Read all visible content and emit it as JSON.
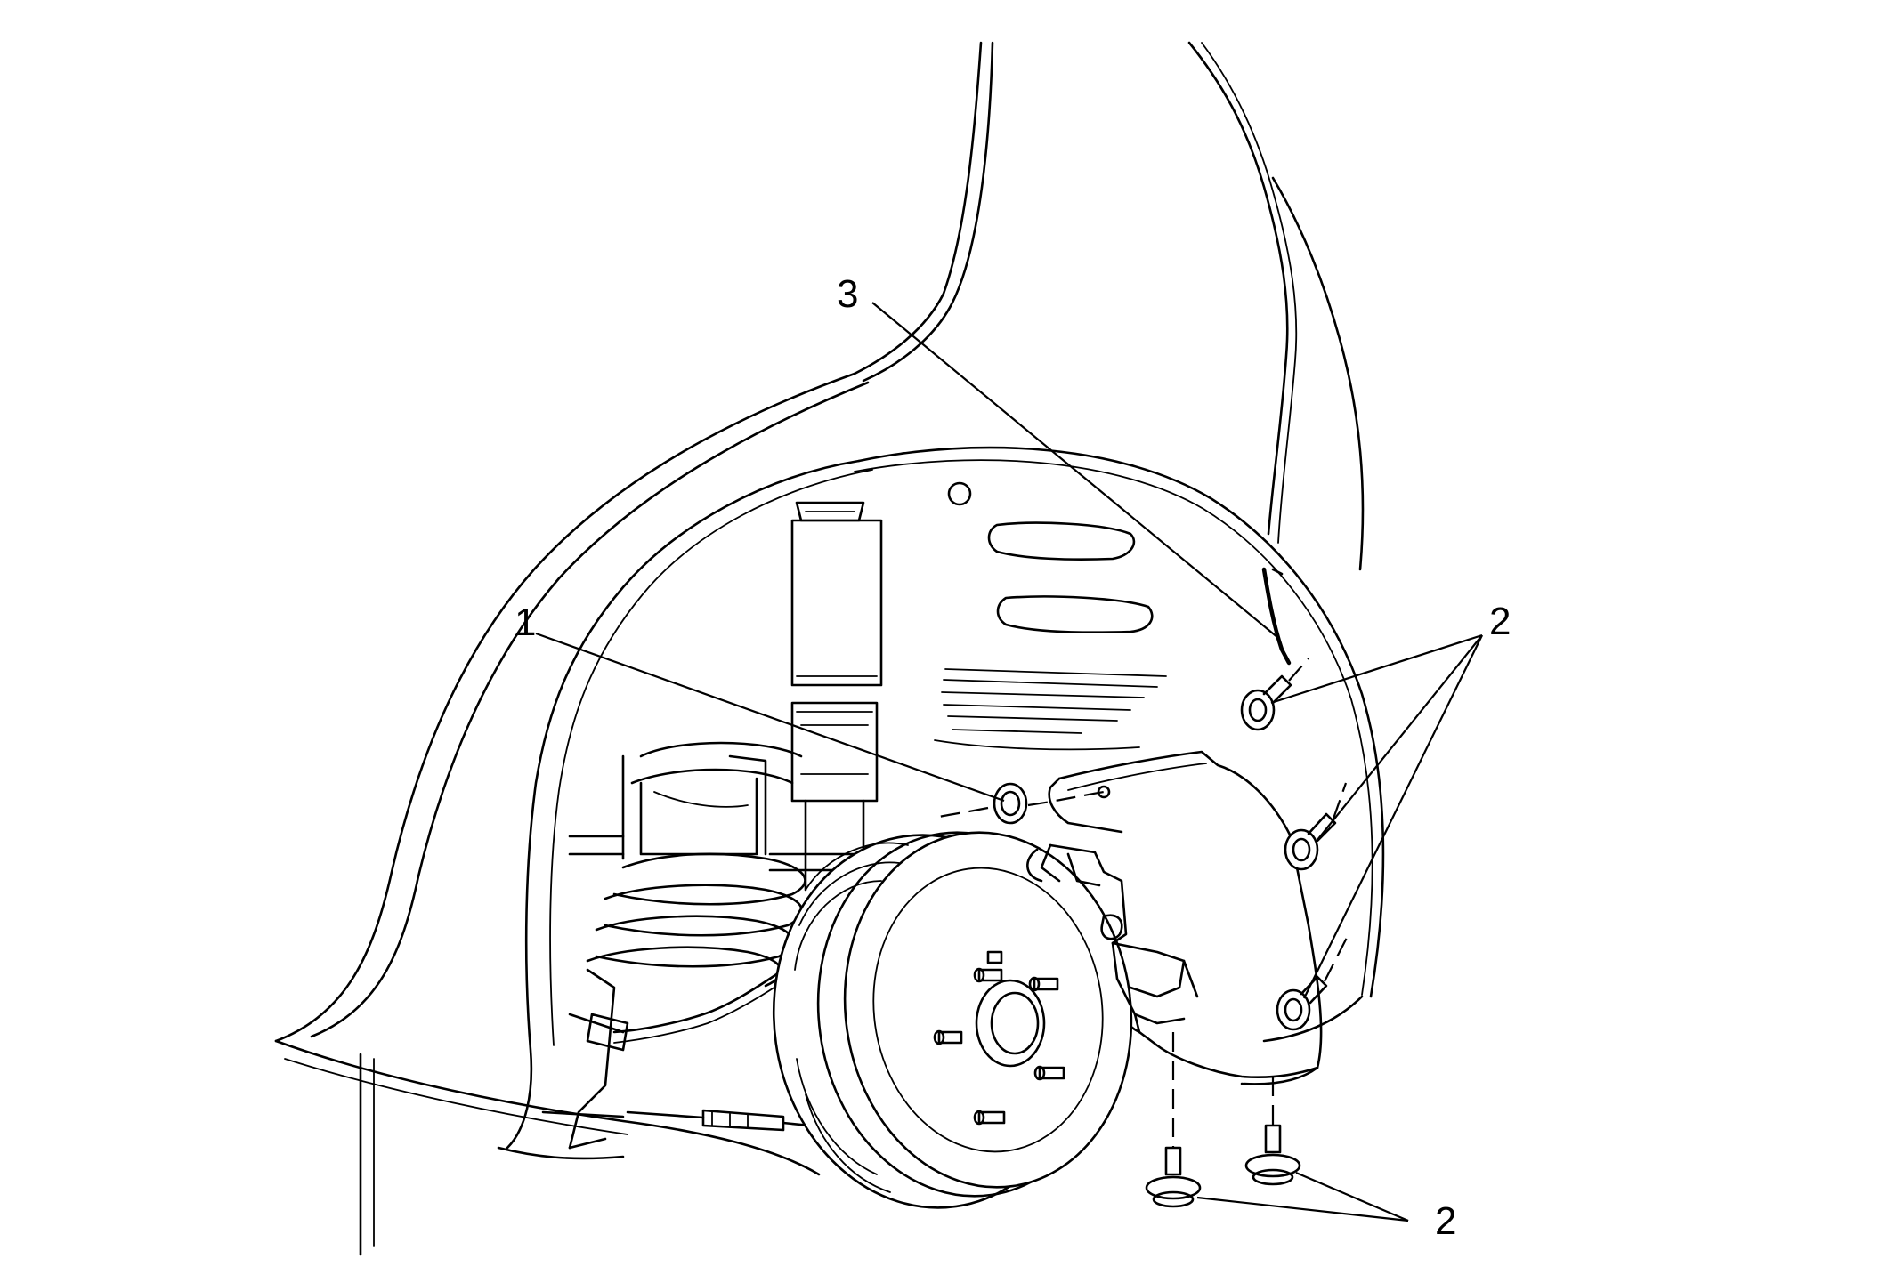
{
  "callouts": {
    "c1": "1",
    "c2a": "2",
    "c2b": "2",
    "c3": "3"
  }
}
